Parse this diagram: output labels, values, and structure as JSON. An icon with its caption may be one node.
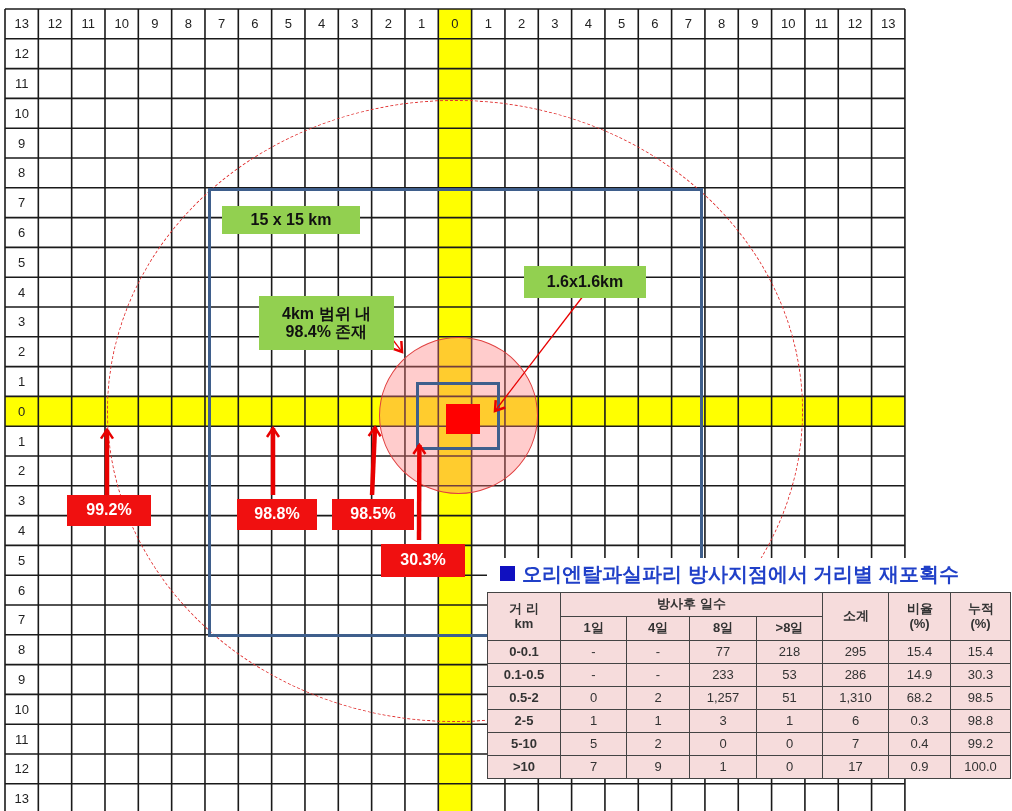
{
  "diagram": {
    "nodes": [
      {
        "text": [],
        "shape": "circle"
      },
      {
        "text": [],
        "shape": "box",
        "in": 0
      },
      {
        "text": [
          "15 x 15 km"
        ],
        "in": 1
      },
      {
        "text": [
          "1.6x1.6km"
        ],
        "in": 1
      },
      {
        "text": [
          "4km 범위 내 98.4% 존재"
        ],
        "in": 1
      },
      {
        "text": [],
        "shape": "circle",
        "in": 1
      },
      {
        "text": [],
        "shape": "box",
        "in": 5
      },
      {
        "text": [],
        "shape": "box",
        "in": 6
      },
      {
        "text": [
          "99.2%"
        ]
      },
      {
        "text": [
          "98.8%"
        ],
        "in": 1
      },
      {
        "text": [
          "98.5%"
        ],
        "in": 1
      },
      {
        "text": [
          "30.3%"
        ],
        "in": 1
      }
    ],
    "edges": [
      {
        "from": 8,
        "to": 0,
        "arrow": "to"
      },
      {
        "from": 9,
        "to": null,
        "arrow": "to"
      },
      {
        "from": 10,
        "to": 5,
        "arrow": "to"
      },
      {
        "from": 11,
        "to": 6,
        "arrow": "to"
      },
      {
        "from": 4,
        "to": 5,
        "arrow": "to"
      },
      {
        "from": 3,
        "to": 6,
        "arrow": "to"
      }
    ],
    "labels": [
      "13",
      "12",
      "11",
      "10",
      "9",
      "8",
      "7",
      "6",
      "5",
      "4",
      "3",
      "2",
      "1",
      "0",
      "1",
      "2",
      "3",
      "4",
      "5",
      "6",
      "7",
      "8",
      "9",
      "10",
      "11",
      "12",
      "13",
      "12",
      "11",
      "10",
      "9",
      "8",
      "7",
      "6",
      "5",
      "4",
      "3",
      "2",
      "1",
      "0",
      "1",
      "2",
      "3",
      "4",
      "5",
      "6",
      "7",
      "8",
      "9",
      "10",
      "11",
      "12",
      "13",
      "오리엔탈과실파리 방사지점에서 거리별 재포획수",
      "거 리 km",
      "방사후 일수",
      "소계",
      "비율 (%)",
      "누적 (%)",
      "1일",
      "4일",
      "8일",
      ">8일",
      "0-0.1",
      "-",
      "-",
      "77",
      "218",
      "295",
      "15.4",
      "15.4",
      "0.1-0.5",
      "-",
      "-",
      "233",
      "53",
      "286",
      "14.9",
      "30.3",
      "0.5-2",
      "0",
      "2",
      "1,257",
      "51",
      "1,310",
      "68.2",
      "98.5",
      "2-5",
      "1",
      "1",
      "3",
      "1",
      "6",
      "0.3",
      "98.8",
      "5-10",
      "5",
      "2",
      "0",
      "0",
      "7",
      "0.4",
      "99.2",
      ">10",
      "7",
      "9",
      "1",
      "0",
      "17",
      "0.9",
      "100.0"
    ]
  }
}
